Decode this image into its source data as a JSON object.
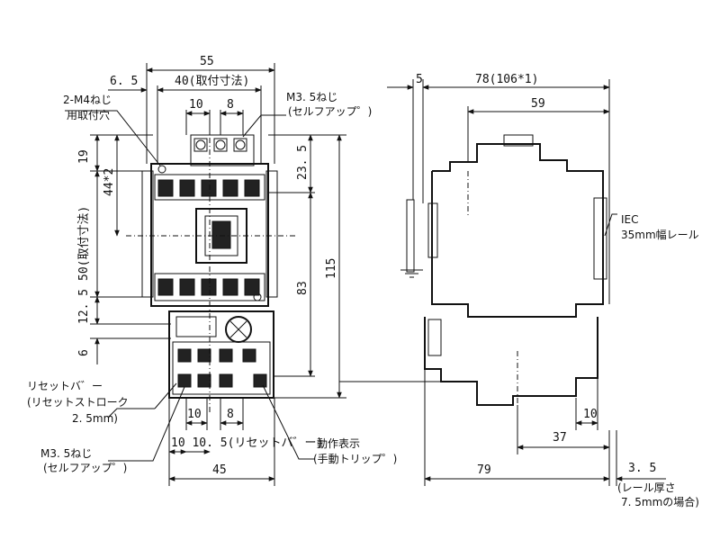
{
  "front": {
    "dim_top_55": "55",
    "dim_6_5": "6. 5",
    "dim_40": "40(取付寸法)",
    "dim_10_top": "10",
    "dim_8_top": "8",
    "label_m4": "2-M4ねじ",
    "label_m4_sub": "用取付穴",
    "label_m35_top": "M3. 5ねじ",
    "label_m35_top_sub": "(セルフアップ゜)",
    "dim_19": "19",
    "dim_44": "44*2",
    "dim_50": "50(取付寸法)",
    "dim_23_5": "23. 5",
    "dim_83": "83",
    "dim_115": "115",
    "dim_12_5": "12. 5",
    "dim_6": "6",
    "dim_10_bottom": "10",
    "dim_8_bottom": "8",
    "dim_10_10_5": "10 10. 5(リセットバ゛ー)",
    "dim_45": "45",
    "label_reset_bar": "リセットバ゛ー",
    "label_reset_stroke": "(リセットストローク",
    "label_reset_stroke_val": "2. 5mm)",
    "label_m35_bottom": "M3. 5ねじ",
    "label_m35_bottom_sub": "(セルフアップ゜)",
    "label_indicator": "動作表示",
    "label_indicator_sub": "(手動トリップ゜)"
  },
  "side": {
    "dim_5": "5",
    "dim_78": "78(106*1)",
    "dim_59": "59",
    "label_iec": "IEC",
    "label_rail": "35mm幅レール",
    "dim_10": "10",
    "dim_37": "37",
    "dim_79": "79",
    "dim_3_5": "3. 5",
    "label_rail_thick": "(レール厚さ",
    "label_rail_thick_sub": "7. 5mmの場合)"
  }
}
